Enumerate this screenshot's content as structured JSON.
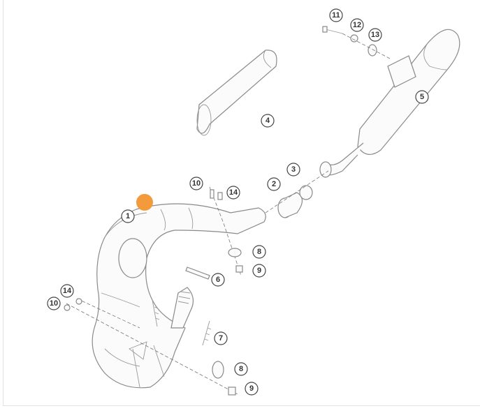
{
  "diagram": {
    "callouts": [
      "11",
      "12",
      "13",
      "5",
      "4",
      "3",
      "2",
      "10",
      "14",
      "1",
      "8",
      "9",
      "6",
      "14",
      "10",
      "7",
      "8",
      "9"
    ],
    "marker_color": "#F39A3C"
  }
}
